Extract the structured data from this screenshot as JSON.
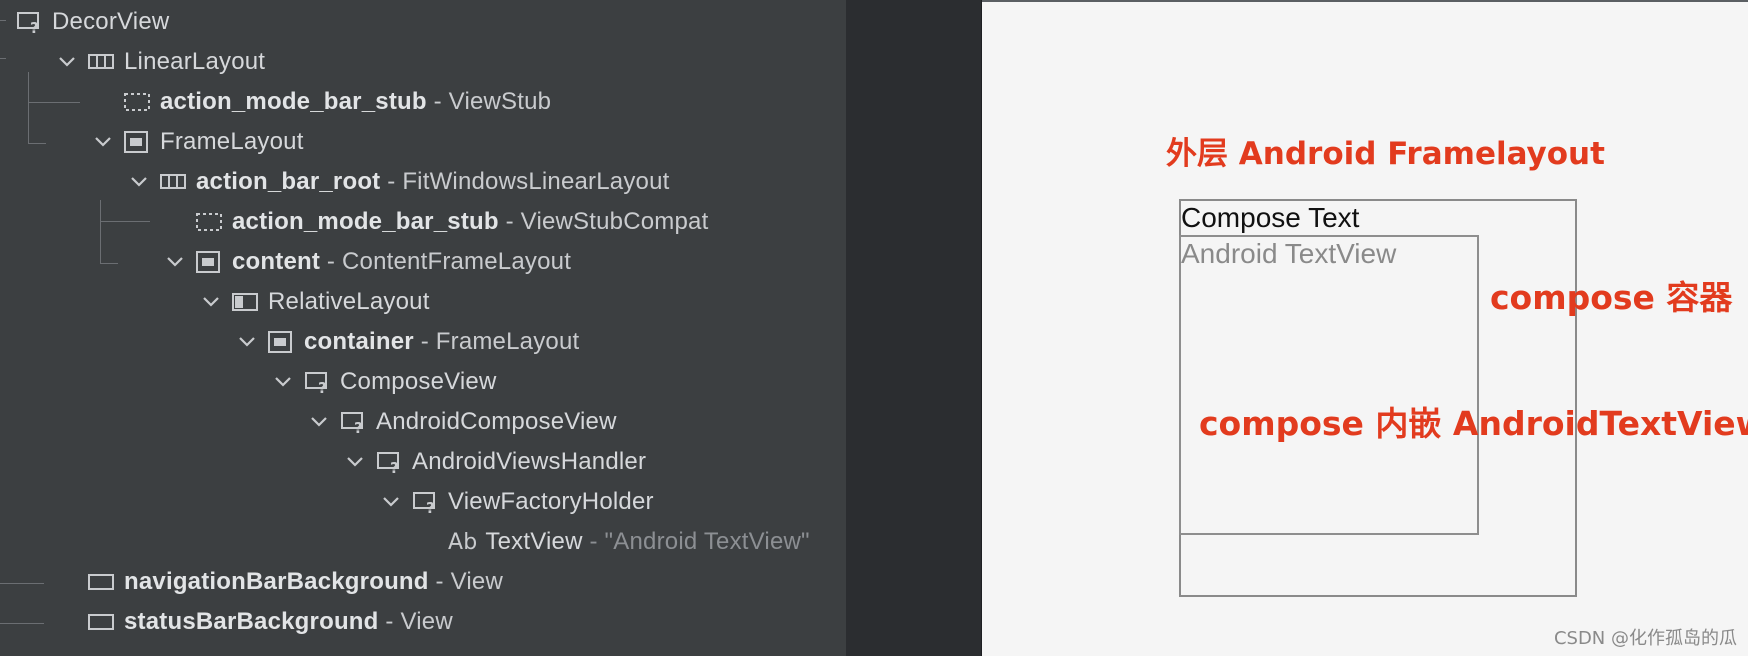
{
  "tree": {
    "rows": [
      {
        "name": "DecorView"
      },
      {
        "name": "LinearLayout"
      },
      {
        "id": "action_mode_bar_stub",
        "sep": " - ",
        "cls": "ViewStub"
      },
      {
        "name": "FrameLayout"
      },
      {
        "id": "action_bar_root",
        "sep": " - ",
        "cls": "FitWindowsLinearLayout"
      },
      {
        "id": "action_mode_bar_stub",
        "sep": " - ",
        "cls": "ViewStubCompat"
      },
      {
        "id": "content",
        "sep": " - ",
        "cls": "ContentFrameLayout"
      },
      {
        "name": "RelativeLayout"
      },
      {
        "id": "container",
        "sep": " - ",
        "cls": "FrameLayout"
      },
      {
        "name": "ComposeView"
      },
      {
        "name": "AndroidComposeView"
      },
      {
        "name": "AndroidViewsHandler"
      },
      {
        "name": "ViewFactoryHolder"
      },
      {
        "glyph": "Ab",
        "name": "TextView",
        "text": " - \"Android TextView\""
      },
      {
        "id": "navigationBarBackground",
        "sep": " - ",
        "cls": "View"
      },
      {
        "id": "statusBarBackground",
        "sep": " - ",
        "cls": "View"
      }
    ]
  },
  "preview": {
    "outer_label": "外层 Android Framelayout",
    "compose_container_label": "compose 容器",
    "embedded_label": "compose 内嵌 AndroidTextView",
    "compose_text": "Compose Text",
    "android_text": "Android TextView",
    "watermark": "CSDN @化作孤岛的瓜"
  },
  "colors": {
    "tree_bg": "#3c3f41",
    "preview_bg": "#f5f5f5",
    "annotation": "#e23b1e"
  }
}
